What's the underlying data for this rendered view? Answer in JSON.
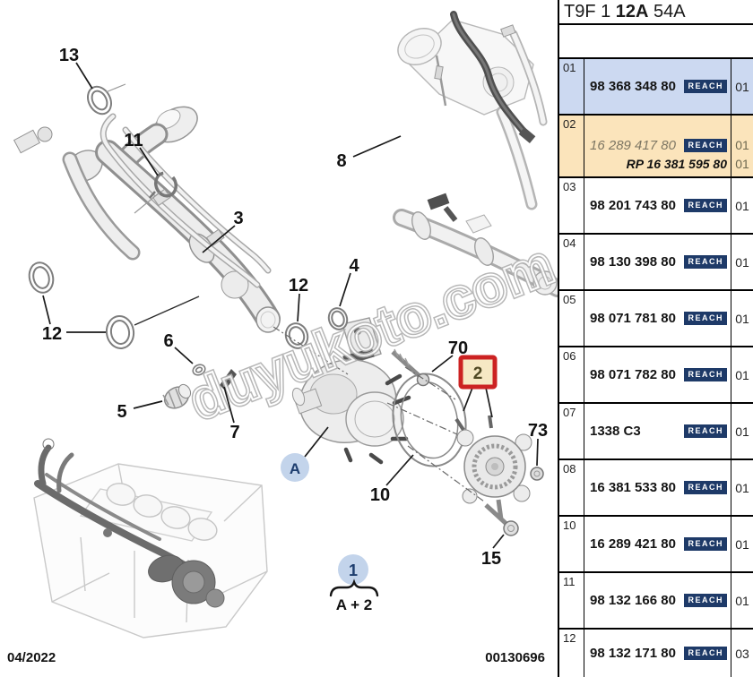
{
  "header": {
    "code_prefix": "T9F 1 ",
    "code_bold": "12A",
    "code_suffix": " 54A"
  },
  "footer": {
    "date": "04/2022",
    "doc_number": "00130696"
  },
  "watermark": "duyukoto.com",
  "badges": {
    "reach": "REACH"
  },
  "colors": {
    "row_highlight_blue": "#ccd9f1",
    "row_highlight_orange": "#fbe4bb",
    "reach_badge_bg": "#1e3a68",
    "callout_box_red": "#cc2222",
    "callout_box_fill": "#f6e8c4",
    "circle_badge_blue": "#c3d4eb",
    "circle_text_navy": "#1d3d6e"
  },
  "table": {
    "rows": [
      {
        "no": "01",
        "part": "98 368 348 80",
        "qty": "01",
        "highlight": "blue"
      },
      {
        "no": "02",
        "part": "16 289 417 80",
        "rp": "RP 16 381 595 80",
        "qty": "01",
        "qty2": "01",
        "highlight": "orange"
      },
      {
        "no": "03",
        "part": "98 201 743 80",
        "qty": "01",
        "highlight": "none"
      },
      {
        "no": "04",
        "part": "98 130 398 80",
        "qty": "01",
        "highlight": "none"
      },
      {
        "no": "05",
        "part": "98 071 781 80",
        "qty": "01",
        "highlight": "none"
      },
      {
        "no": "06",
        "part": "98 071 782 80",
        "qty": "01",
        "highlight": "none"
      },
      {
        "no": "07",
        "part": "1338 C3",
        "qty": "01",
        "highlight": "none"
      },
      {
        "no": "08",
        "part": "16 381 533 80",
        "qty": "01",
        "highlight": "none"
      },
      {
        "no": "10",
        "part": "16 289 421 80",
        "qty": "01",
        "highlight": "none"
      },
      {
        "no": "11",
        "part": "98 132 166 80",
        "qty": "01",
        "highlight": "none"
      },
      {
        "no": "12",
        "part": "98 132 171 80",
        "qty": "03",
        "highlight": "none"
      }
    ]
  },
  "diagram": {
    "callouts": {
      "c13": "13",
      "c11": "11",
      "c8": "8",
      "c3": "3",
      "c12a": "12",
      "c12b": "12",
      "c4": "4",
      "c6": "6",
      "c5": "5",
      "c7": "7",
      "c70": "70",
      "c2": "2",
      "c73": "73",
      "cA": "A",
      "c10": "10",
      "c15": "15",
      "c1": "1"
    },
    "formula": "A + 2"
  }
}
